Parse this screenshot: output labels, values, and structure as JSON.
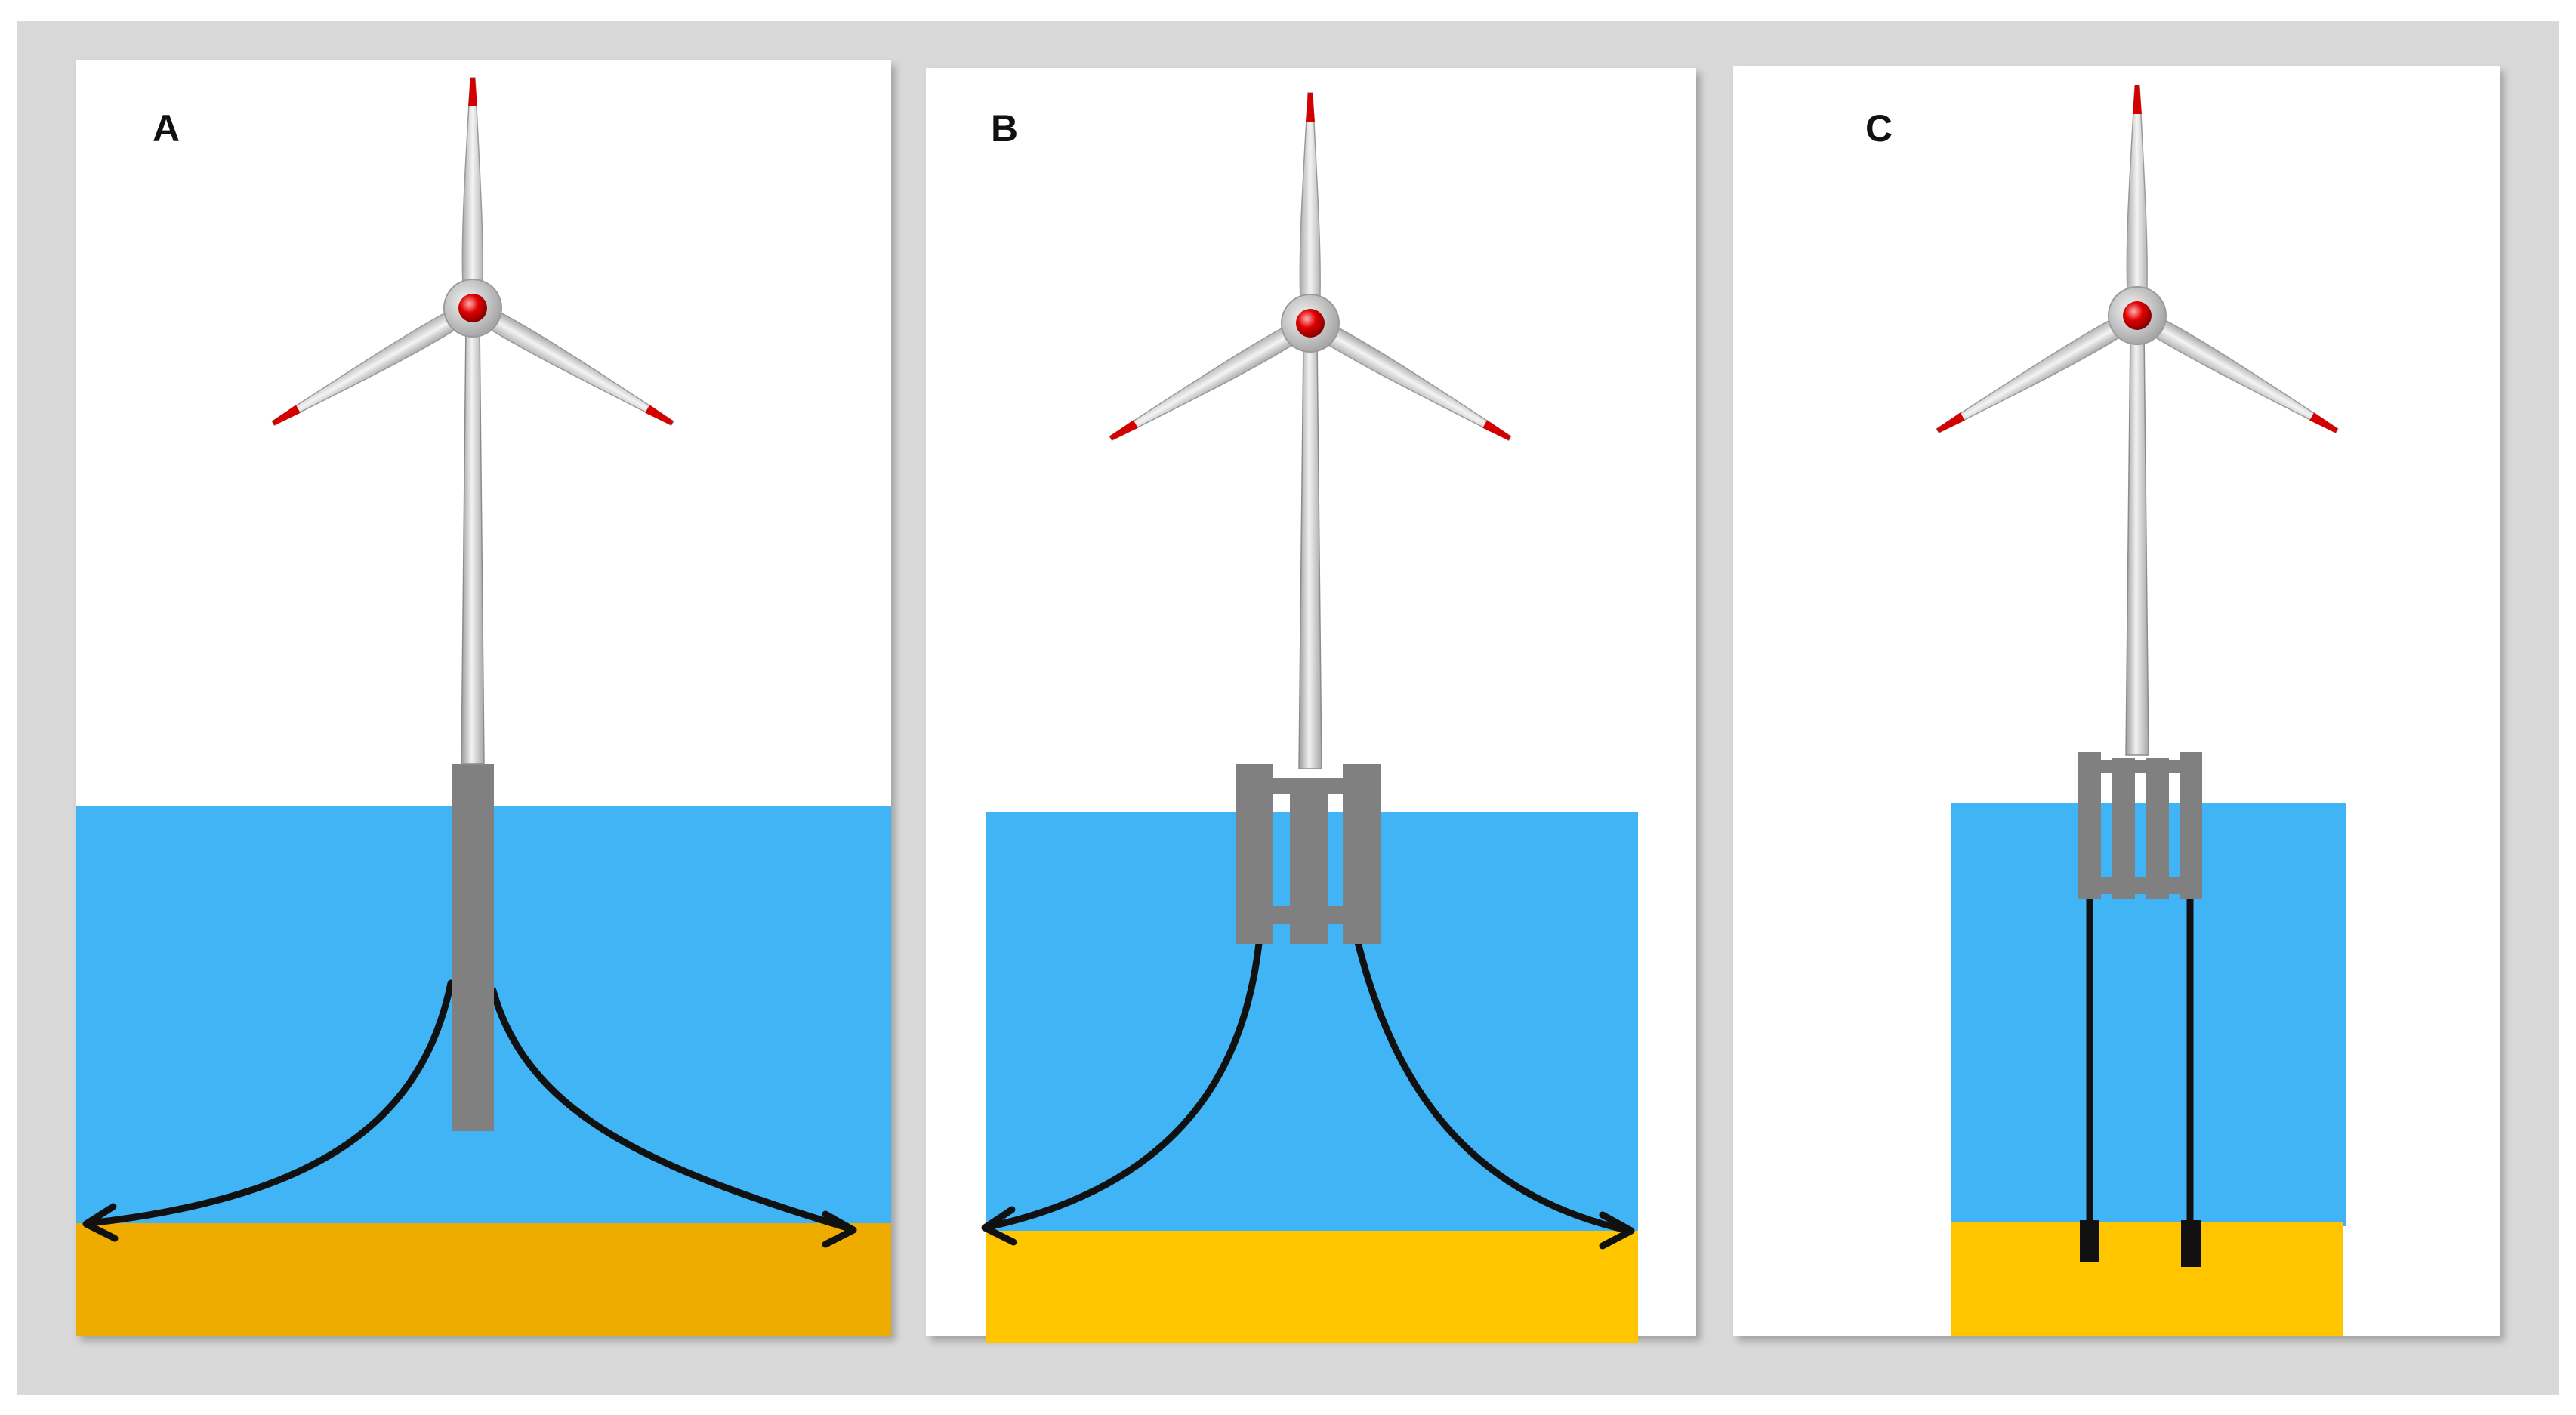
{
  "panels": [
    {
      "label": "A",
      "type": "spar-buoy-catenary-mooring"
    },
    {
      "label": "B",
      "type": "semi-submersible-catenary-mooring"
    },
    {
      "label": "C",
      "type": "tension-leg-platform-tendons"
    }
  ],
  "colors": {
    "frame": "#d9d9d9",
    "sky": "#ffffff",
    "water": "#41b4f5",
    "seabed_a": "#eeab00",
    "seabed_b": "#ffc600",
    "seabed_c": "#ffc600",
    "platform": "#808080",
    "mooring": "#111111",
    "tower": "#c8c8c8",
    "blade": "#d9d9d9",
    "blade_tip": "#d40000",
    "hub": "#e00000"
  },
  "icons": {
    "turbine": "wind-turbine-icon",
    "anchor": "anchor-block-icon",
    "arrow": "arrowhead-icon"
  }
}
